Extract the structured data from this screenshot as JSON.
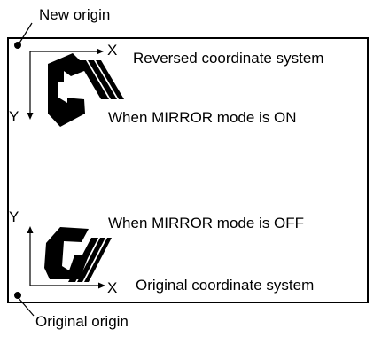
{
  "labels": {
    "new_origin": "New origin",
    "original_origin": "Original origin",
    "axis_x": "X",
    "axis_y": "Y",
    "reversed_system": "Reversed coordinate system",
    "original_system": "Original coordinate system",
    "mirror_on": "When MIRROR mode is ON",
    "mirror_off": "When MIRROR mode is OFF"
  }
}
